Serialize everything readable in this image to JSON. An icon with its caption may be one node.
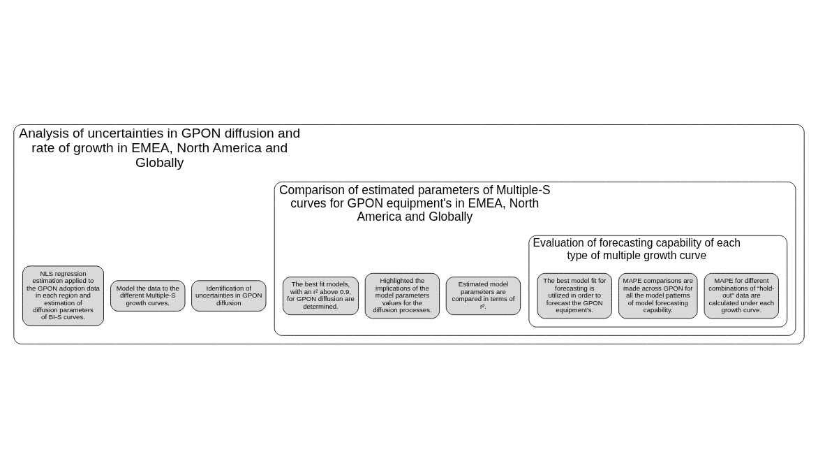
{
  "diagram": {
    "nodes": [
      {
        "text": [
          "Analysis of uncertainties in GPON diffusion and rate of growth in EMEA, North America and Globally"
        ]
      },
      {
        "text": [
          "Identification of uncertainties in GPON diffusion"
        ],
        "in": 0
      },
      {
        "text": [
          "Model the data to the different Multiple-S growth curves."
        ],
        "in": 0
      },
      {
        "text": [
          "NLS regression estimation applied to the GPON adoption data in each region and estimation of diffusion parameters of BI-S curves."
        ],
        "in": 0
      },
      {
        "text": [
          "Comparison of estimated parameters of Multiple-S curves for GPON equipment's in EMEA, North America and Globally"
        ],
        "in": 0
      },
      {
        "text": [
          "Estimated model parameters are compared in terms of r²."
        ],
        "in": 4
      },
      {
        "text": [
          "Highlighted the implications of the model parameters values for the diffusion processes."
        ],
        "in": 4
      },
      {
        "text": [
          "The best fit models, with an r² above 0.9, for GPON diffusion are determined."
        ],
        "in": 4
      },
      {
        "text": [
          "Evaluation of forecasting capability of each type of multiple growth curve"
        ],
        "in": 4
      },
      {
        "text": [
          "MAPE for different combinations of “hold-out” data are calculated under each growth curve."
        ],
        "in": 8
      },
      {
        "text": [
          "MAPE comparisons are made across GPON for all the model patterns of model forecasting capability."
        ],
        "in": 8
      },
      {
        "text": [
          "The best model fit for forecasting is utilized in order to forecast the GPON equipment's."
        ],
        "in": 8
      }
    ]
  }
}
